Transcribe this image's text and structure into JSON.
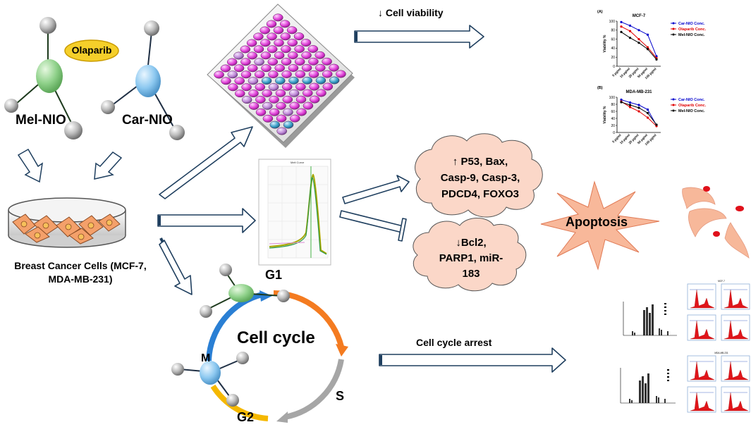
{
  "molecules": {
    "mel_nio_label": "Mel-NIO",
    "car_nio_label": "Car-NIO",
    "olaparib_label": "Olaparib"
  },
  "cells": {
    "caption": "Breast Cancer Cells (MCF-7, MDA-MB-231)"
  },
  "viability": {
    "arrow_label": "↓ Cell viability",
    "chart_a": {
      "panel": "(A)",
      "title": "MCF-7",
      "ylabel": "Viability %",
      "legend": [
        "Car-NIO Conc.",
        "Olaparib Conc.",
        "Mel-NIO Conc."
      ],
      "yticks": [
        "0",
        "20",
        "40",
        "60",
        "80",
        "100"
      ],
      "xticks": [
        "5 µg/ml",
        "10 µg/ml",
        "25 µg/ml",
        "50 µg/ml",
        "100 µg/ml"
      ]
    },
    "chart_b": {
      "panel": "(B)",
      "title": "MDA-MB-231",
      "ylabel": "Viability %",
      "legend": [
        "Car-NIO Conc.",
        "Olaparib Conc.",
        "Mel-NIO Conc."
      ],
      "yticks": [
        "0",
        "20",
        "40",
        "60",
        "80",
        "100"
      ],
      "xticks": [
        "5 µg/ml",
        "10 µg/ml",
        "25 µg/ml",
        "50 µg/ml",
        "100 µg/ml"
      ]
    }
  },
  "melt_curve": {
    "title": "Melt Curve"
  },
  "genes": {
    "up_lines": [
      "↑ P53, Bax,",
      "Casp-9, Casp-3,",
      "PDCD4, FOXO3"
    ],
    "down_lines": [
      "↓Bcl2,",
      "PARP1, miR-",
      "183"
    ]
  },
  "apoptosis": {
    "label": "Apoptosis"
  },
  "cell_cycle": {
    "center_label": "Cell cycle",
    "phases": {
      "g1": "G1",
      "s": "S",
      "g2": "G2",
      "m": "M"
    },
    "arrest_label": "Cell cycle arrest",
    "flow_a_title": "MCF-7",
    "flow_b_title": "MDA-MB-231"
  },
  "colors": {
    "arrow_fill": "#ffffff",
    "arrow_stroke": "#1f3f5f",
    "arrow_shade": "#8aa0b8",
    "mel_nio_sphere": "#8fd18a",
    "car_nio_sphere": "#8cc8f0",
    "olaparib_oval": "#f5cf2a",
    "cloud_fill": "#fbd7c8",
    "apoptosis_burst": "#f8b89a",
    "car_nio_line": "#0000cc",
    "olaparib_line": "#e00000",
    "mel_nio_line": "#000000",
    "g1_arc": "#f47b20",
    "s_arc": "#a6a6a6",
    "g2_arc": "#f5b800",
    "m_arc": "#2a7fd4"
  },
  "chart_data": [
    {
      "type": "line",
      "title": "MCF-7",
      "ylabel": "Viability %",
      "ylim": [
        0,
        100
      ],
      "categories": [
        "5 µg/ml",
        "10 µg/ml",
        "25 µg/ml",
        "50 µg/ml",
        "100 µg/ml"
      ],
      "series": [
        {
          "name": "Car-NIO Conc.",
          "values": [
            98,
            90,
            80,
            70,
            22
          ]
        },
        {
          "name": "Olaparib Conc.",
          "values": [
            88,
            78,
            60,
            42,
            18
          ]
        },
        {
          "name": "Mel-NIO Conc.",
          "values": [
            76,
            63,
            52,
            38,
            15
          ]
        }
      ]
    },
    {
      "type": "line",
      "title": "MDA-MB-231",
      "ylabel": "Viability %",
      "ylim": [
        0,
        100
      ],
      "categories": [
        "5 µg/ml",
        "10 µg/ml",
        "25 µg/ml",
        "50 µg/ml",
        "100 µg/ml"
      ],
      "series": [
        {
          "name": "Car-NIO Conc.",
          "values": [
            93,
            85,
            78,
            65,
            20
          ]
        },
        {
          "name": "Olaparib Conc.",
          "values": [
            88,
            72,
            60,
            42,
            18
          ]
        },
        {
          "name": "Mel-NIO Conc.",
          "values": [
            86,
            78,
            70,
            55,
            22
          ]
        }
      ]
    }
  ]
}
